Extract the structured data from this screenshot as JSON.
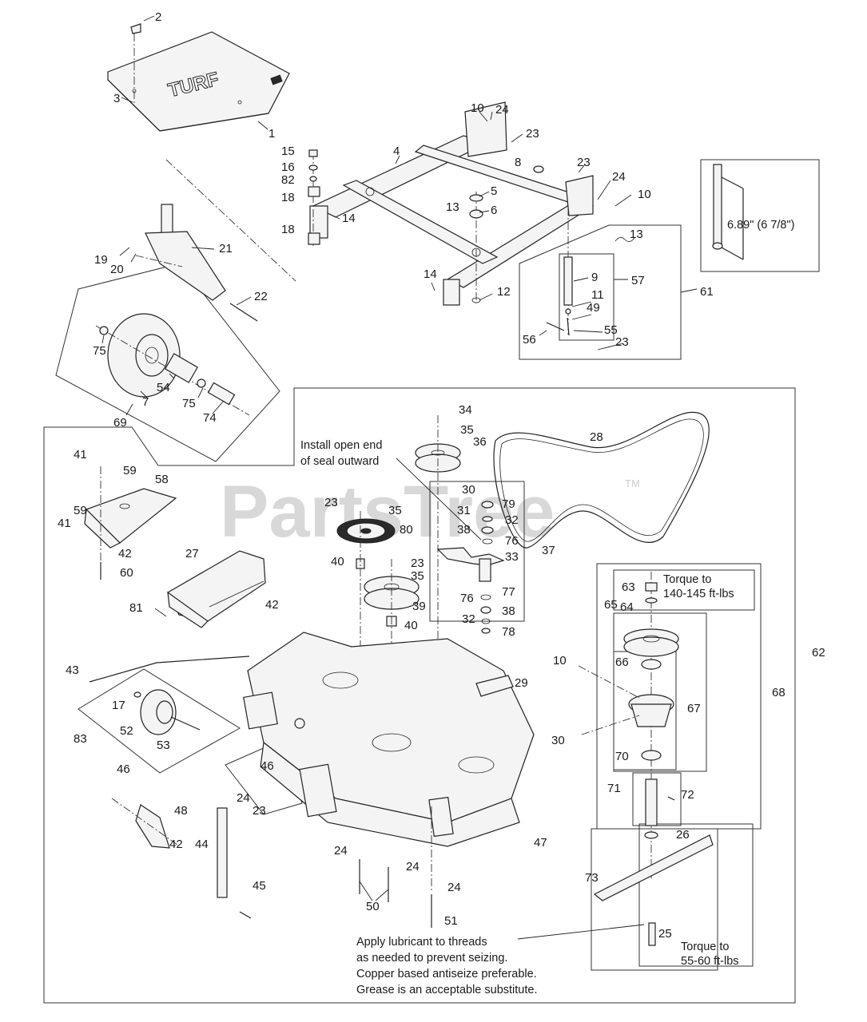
{
  "diagram": {
    "watermark": "PartsTree",
    "trademark": "TM",
    "dimension": "6.89\" (6 7/8\")",
    "notes": {
      "seal": [
        "Install open end",
        "of seal outward"
      ],
      "torque_top": [
        "Torque to",
        "140-145 ft-lbs"
      ],
      "torque_bottom": [
        "Torque to",
        "55-60 ft-lbs"
      ],
      "lubricant": [
        "Apply lubricant to threads",
        "as needed to prevent seizing.",
        "Copper based antiseize preferable.",
        "Grease is an acceptable substitute."
      ]
    },
    "callouts": [
      "1",
      "2",
      "3",
      "4",
      "5",
      "6",
      "7",
      "8",
      "9",
      "10",
      "10",
      "10",
      "11",
      "12",
      "13",
      "13",
      "14",
      "14",
      "15",
      "16",
      "17",
      "18",
      "18",
      "19",
      "20",
      "21",
      "22",
      "23",
      "23",
      "23",
      "23",
      "23",
      "23",
      "24",
      "24",
      "24",
      "24",
      "24",
      "24",
      "25",
      "26",
      "27",
      "28",
      "29",
      "30",
      "30",
      "31",
      "32",
      "32",
      "33",
      "34",
      "35",
      "35",
      "35",
      "36",
      "37",
      "38",
      "38",
      "39",
      "40",
      "40",
      "41",
      "41",
      "42",
      "42",
      "42",
      "43",
      "44",
      "45",
      "46",
      "46",
      "47",
      "48",
      "49",
      "50",
      "51",
      "52",
      "53",
      "54",
      "55",
      "56",
      "57",
      "58",
      "59",
      "59",
      "60",
      "61",
      "62",
      "63",
      "64",
      "65",
      "66",
      "67",
      "68",
      "69",
      "70",
      "71",
      "72",
      "73",
      "74",
      "75",
      "75",
      "76",
      "76",
      "77",
      "78",
      "79",
      "80",
      "81",
      "82",
      "83"
    ]
  }
}
